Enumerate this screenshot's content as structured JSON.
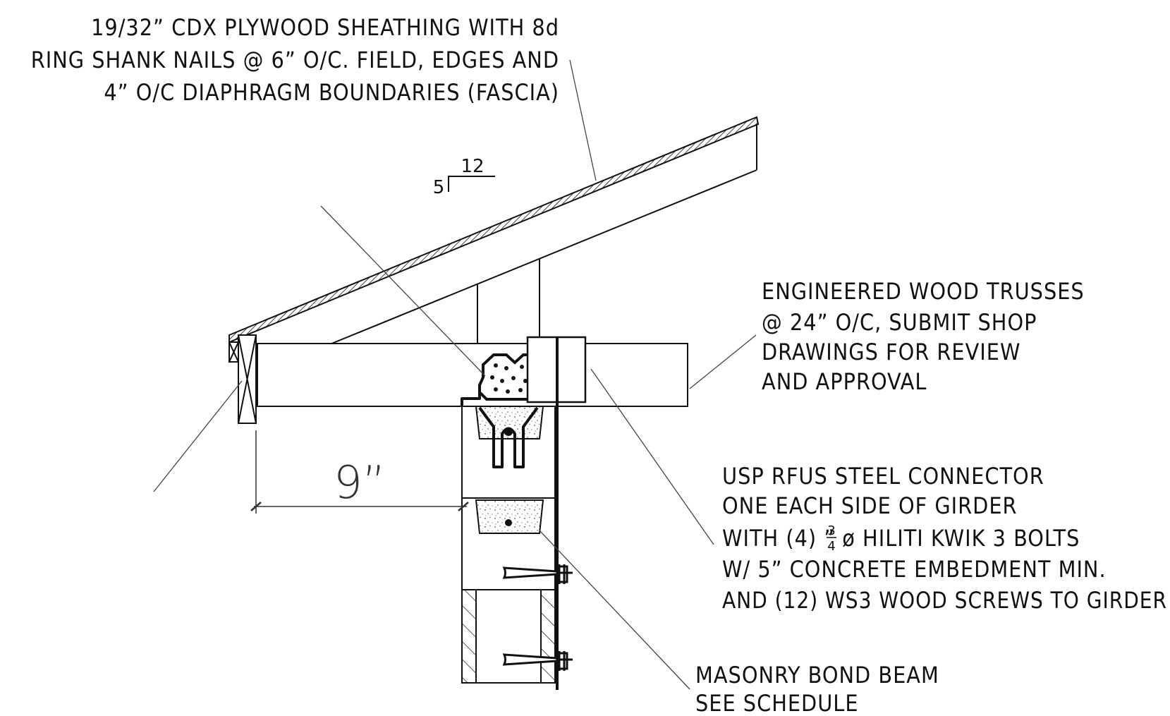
{
  "notes": {
    "sheathing": [
      "19/32” CDX PLYWOOD SHEATHING WITH  8d",
      "RING SHANK NAILS @ 6” O/C. FIELD, EDGES AND",
      "4” O/C DIAPHRAGM BOUNDARIES (FASCIA)"
    ],
    "trusses": [
      "ENGINEERED WOOD TRUSSES",
      "@ 24” O/C, SUBMIT SHOP",
      "DRAWINGS FOR REVIEW",
      "AND APPROVAL"
    ],
    "connector": {
      "line1": "USP RFUS STEEL CONNECTOR",
      "line2": "ONE EACH SIDE OF GIRDER",
      "line3_before": "WITH (4) ",
      "frac_num": "3",
      "frac_den": "4",
      "line3_after": "” ø HILITI KWIK 3 BOLTS",
      "line4": "W/ 5” CONCRETE EMBEDMENT MIN.",
      "line5": "AND (12) WS3 WOOD SCREWS TO GIRDER"
    },
    "masonry": [
      "MASONRY BOND BEAM",
      "SEE SCHEDULE"
    ]
  },
  "pitch": {
    "rise": "5",
    "run": "12"
  },
  "dimension": {
    "overhang": "9”"
  },
  "colors": {
    "line": "#111111",
    "leader": "#444444",
    "concrete": "#666666"
  }
}
